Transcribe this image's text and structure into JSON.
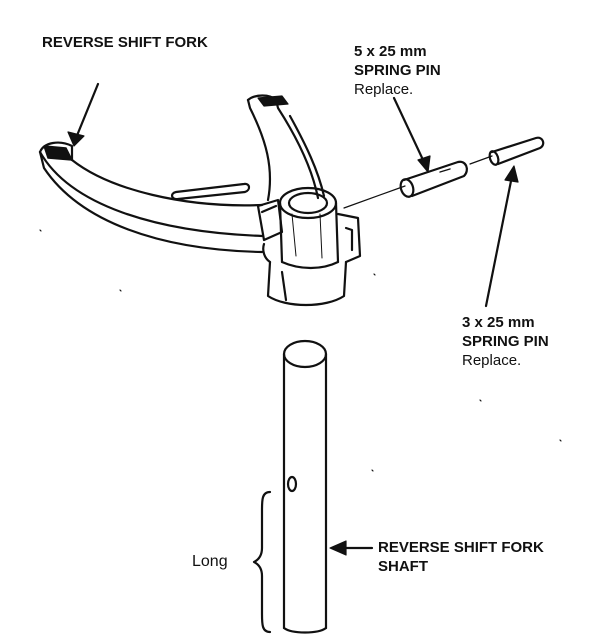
{
  "labels": {
    "reverse_shift_fork": "REVERSE SHIFT FORK",
    "spring_pin_5": {
      "size": "5 x 25 mm",
      "name": "SPRING PIN",
      "note": "Replace."
    },
    "spring_pin_3": {
      "size": "3 x 25 mm",
      "name": "SPRING PIN",
      "note": "Replace."
    },
    "long": "Long",
    "reverse_shift_fork_shaft": {
      "line1": "REVERSE SHIFT FORK",
      "line2": "SHAFT"
    }
  },
  "colors": {
    "ink": "#111111",
    "paper": "#ffffff"
  }
}
